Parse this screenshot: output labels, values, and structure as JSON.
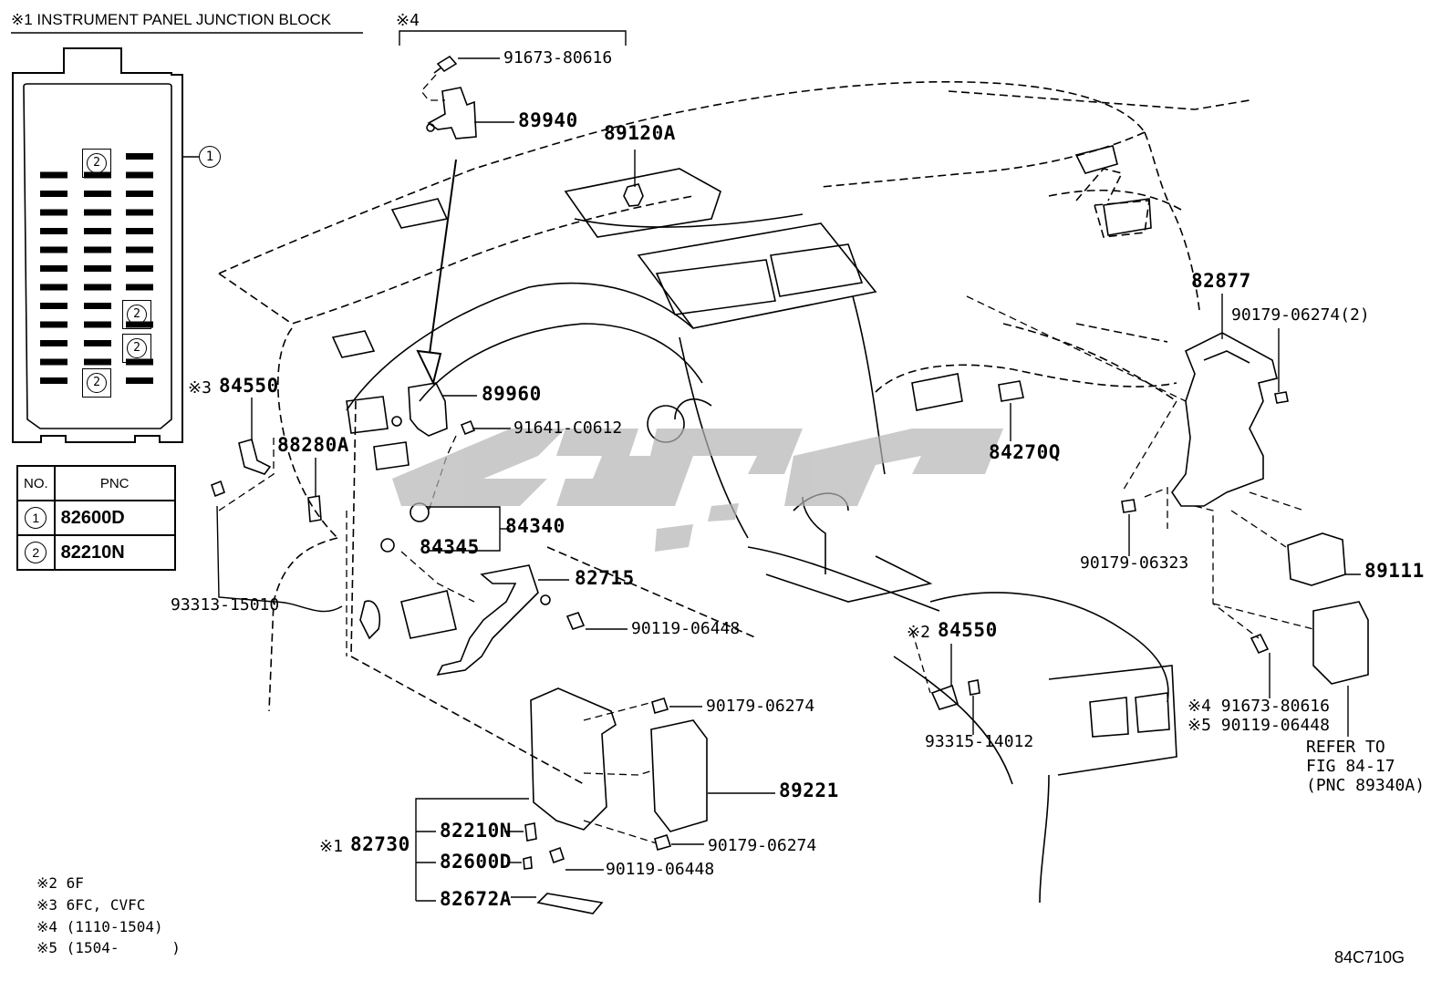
{
  "junction_block": {
    "title": "※1 INSTRUMENT PANEL JUNCTION BLOCK",
    "callout_1": "1",
    "relay_mark": "2"
  },
  "pnc_table": {
    "col_no": "NO.",
    "col_pnc": "PNC",
    "rows": [
      {
        "no": "1",
        "pnc": "82600D"
      },
      {
        "no": "2",
        "pnc": "82210N"
      }
    ]
  },
  "group_note_top": "※4",
  "labels": {
    "p91673_top": "91673-80616",
    "p89940": "89940",
    "p89120A": "89120A",
    "p89960": "89960",
    "p91641": "91641-C0612",
    "p84550_left_prefix": "※3",
    "p84550_left": "84550",
    "p88280A": "88280A",
    "p84340": "84340",
    "p84345": "84345",
    "p82715": "82715",
    "p90119_mid": "90119-06448",
    "p93313": "93313-15010",
    "p84270Q": "84270Q",
    "p82877": "82877",
    "p90179_2": "90179-06274(2)",
    "p90179_06323": "90179-06323",
    "p89111": "89111",
    "p84550_right_prefix": "※2",
    "p84550_right": "84550",
    "p93315": "93315-14012",
    "p91673_bottom": "※4 91673-80616",
    "p90119_right": "※5 90119-06448",
    "refer_1": "REFER TO",
    "refer_2": "FIG 84-17",
    "refer_3": "(PNC 89340A)",
    "p90179_a": "90179-06274",
    "p89221": "89221",
    "p90179_b": "90179-06274",
    "p82730_prefix": "※1",
    "p82730": "82730",
    "p82210N": "82210N",
    "p82600D": "82600D",
    "p90119_bottom": "90119-06448",
    "p82672A": "82672A"
  },
  "notes": [
    "※2 6F",
    "※3 6FC, CVFC",
    "※4 (1110-1504)",
    "※5 (1504-      )"
  ],
  "figure_code": "84C710G"
}
